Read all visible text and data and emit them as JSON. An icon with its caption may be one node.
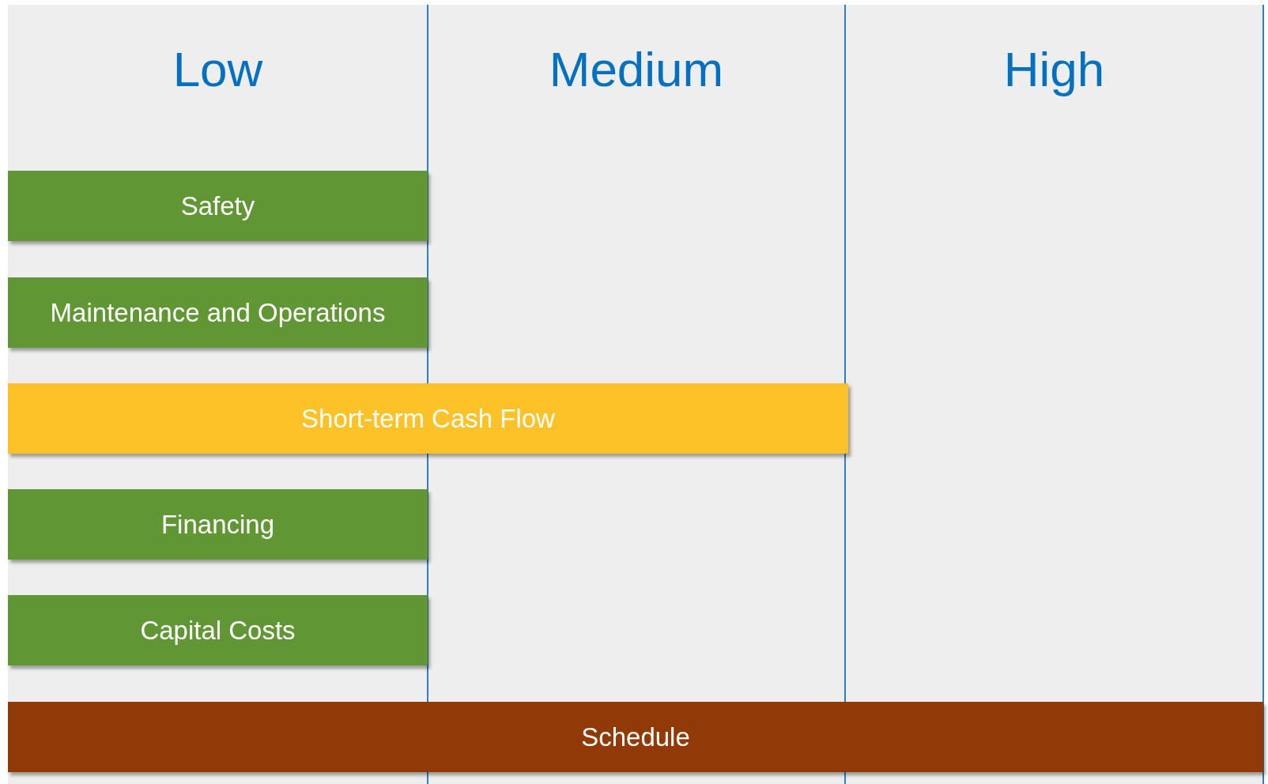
{
  "diagram": {
    "nodes": [
      {
        "text": [
          "Safety"
        ]
      },
      {
        "text": [
          "Maintenance and Operations"
        ]
      },
      {
        "text": [
          "Short-term Cash Flow"
        ]
      },
      {
        "text": [
          "Financing"
        ]
      },
      {
        "text": [
          "Capital Costs"
        ]
      },
      {
        "text": [
          "Schedule"
        ]
      }
    ],
    "labels": [
      "Low",
      "Medium",
      "High"
    ]
  }
}
